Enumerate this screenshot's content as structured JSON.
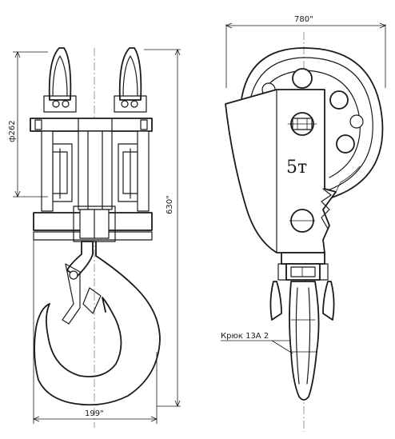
{
  "dimensions": {
    "width_right": "780\"",
    "pulley_diameter": "ф262",
    "height": "630\"",
    "width_left": "199\""
  },
  "labels": {
    "capacity": "5т",
    "hook_callout": "Крюк 13А 2"
  }
}
